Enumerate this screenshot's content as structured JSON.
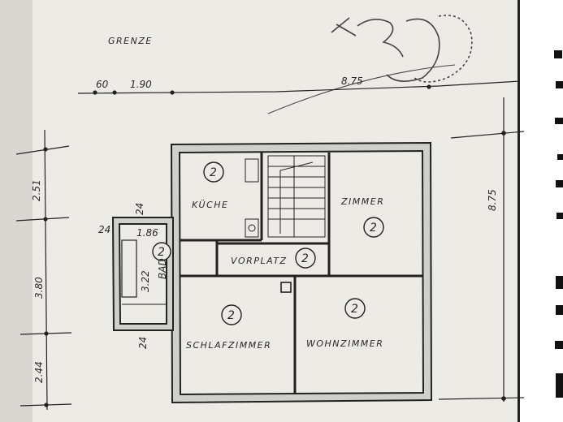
{
  "header": {
    "boundary_label": "GRENZE",
    "signature_text": "Fe"
  },
  "dimensions": {
    "top_offset": "60",
    "top_small": "1.90",
    "top_total": "8.75",
    "right_total": "8.75",
    "left_top": "2.51",
    "left_mid": "3.80",
    "left_bottom": "2.44",
    "wall_a": "24",
    "wall_b": "24",
    "wall_c": "24",
    "bath_width": "1.86",
    "bath_depth": "3.22"
  },
  "rooms": [
    {
      "name": "KÜCHE",
      "count": "2"
    },
    {
      "name": "ZIMMER",
      "count": "2"
    },
    {
      "name": "VORPLATZ",
      "count": "2"
    },
    {
      "name": "BAD",
      "count": "2"
    },
    {
      "name": "SCHLAFZIMMER",
      "count": "2"
    },
    {
      "name": "WOHNZIMMER",
      "count": "2"
    }
  ],
  "colors": {
    "paper": "#ecebe6",
    "ink": "#2a2a2a",
    "wall_fill": "#cfcfcb"
  }
}
